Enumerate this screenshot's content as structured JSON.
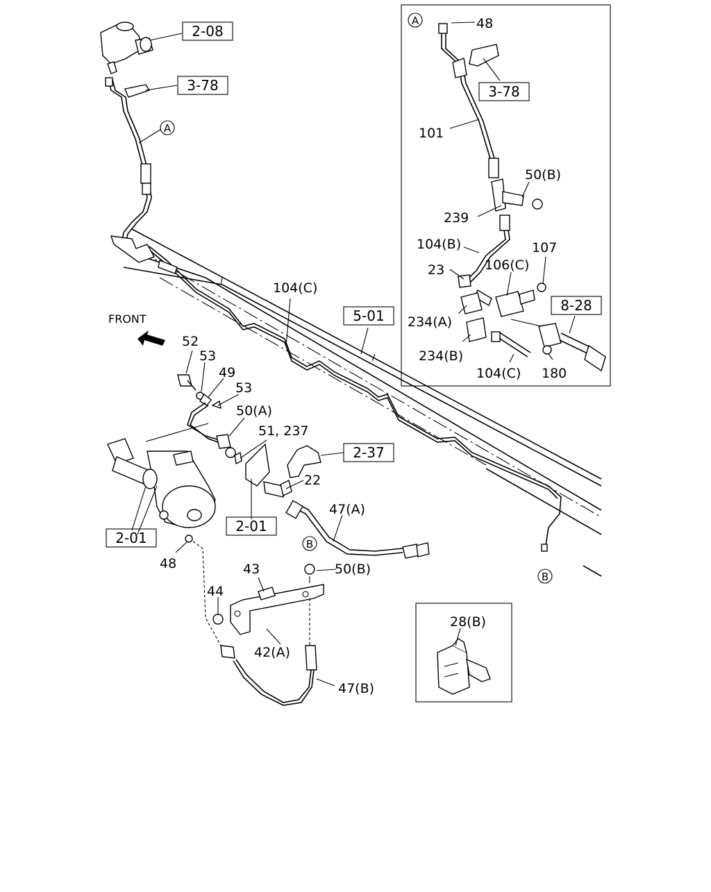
{
  "labels": {
    "l48a": "48",
    "l101": "101",
    "l50b_top": "50(B)",
    "l239": "239",
    "l104b": "104(B)",
    "l107": "107",
    "l106c": "106(C)",
    "l23": "23",
    "l234a": "234(A)",
    "l234b": "234(B)",
    "l104c_inset": "104(C)",
    "l180": "180",
    "l104c_main": "104(C)",
    "front": "FRONT",
    "l52": "52",
    "l53a": "53",
    "l49": "49",
    "l53b": "53",
    "l50a": "50(A)",
    "l51": "51, 237",
    "l22": "22",
    "l47a": "47(A)",
    "l48b": "48",
    "l43": "43",
    "l50b_bot": "50(B)",
    "l44": "44",
    "l42a": "42(A)",
    "l47b": "47(B)",
    "l28b": "28(B)"
  },
  "boxes": {
    "b208": "2-08",
    "b378": "3-78",
    "b378i": "3-78",
    "b828": "8-28",
    "b501": "5-01",
    "b237": "2-37",
    "b201a": "2-01",
    "b201b": "2-01"
  },
  "circles": {
    "cA1": "A",
    "cAi": "A",
    "cB1": "B",
    "cB2": "B"
  }
}
